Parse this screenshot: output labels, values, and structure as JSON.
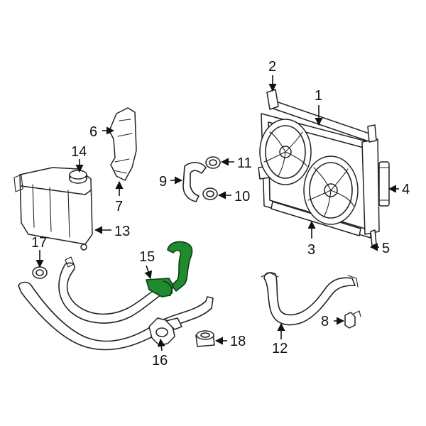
{
  "labels": {
    "p1": "1",
    "p2": "2",
    "p3": "3",
    "p4": "4",
    "p5": "5",
    "p6": "6",
    "p7": "7",
    "p8": "8",
    "p9": "9",
    "p10": "10",
    "p11": "11",
    "p12": "12",
    "p13": "13",
    "p14": "14",
    "p15": "15",
    "p16": "16",
    "p17": "17",
    "p18": "18"
  },
  "colors": {
    "line": "#222222",
    "highlight": "#1f8a2e",
    "highlight_stroke": "#0b3d12"
  }
}
